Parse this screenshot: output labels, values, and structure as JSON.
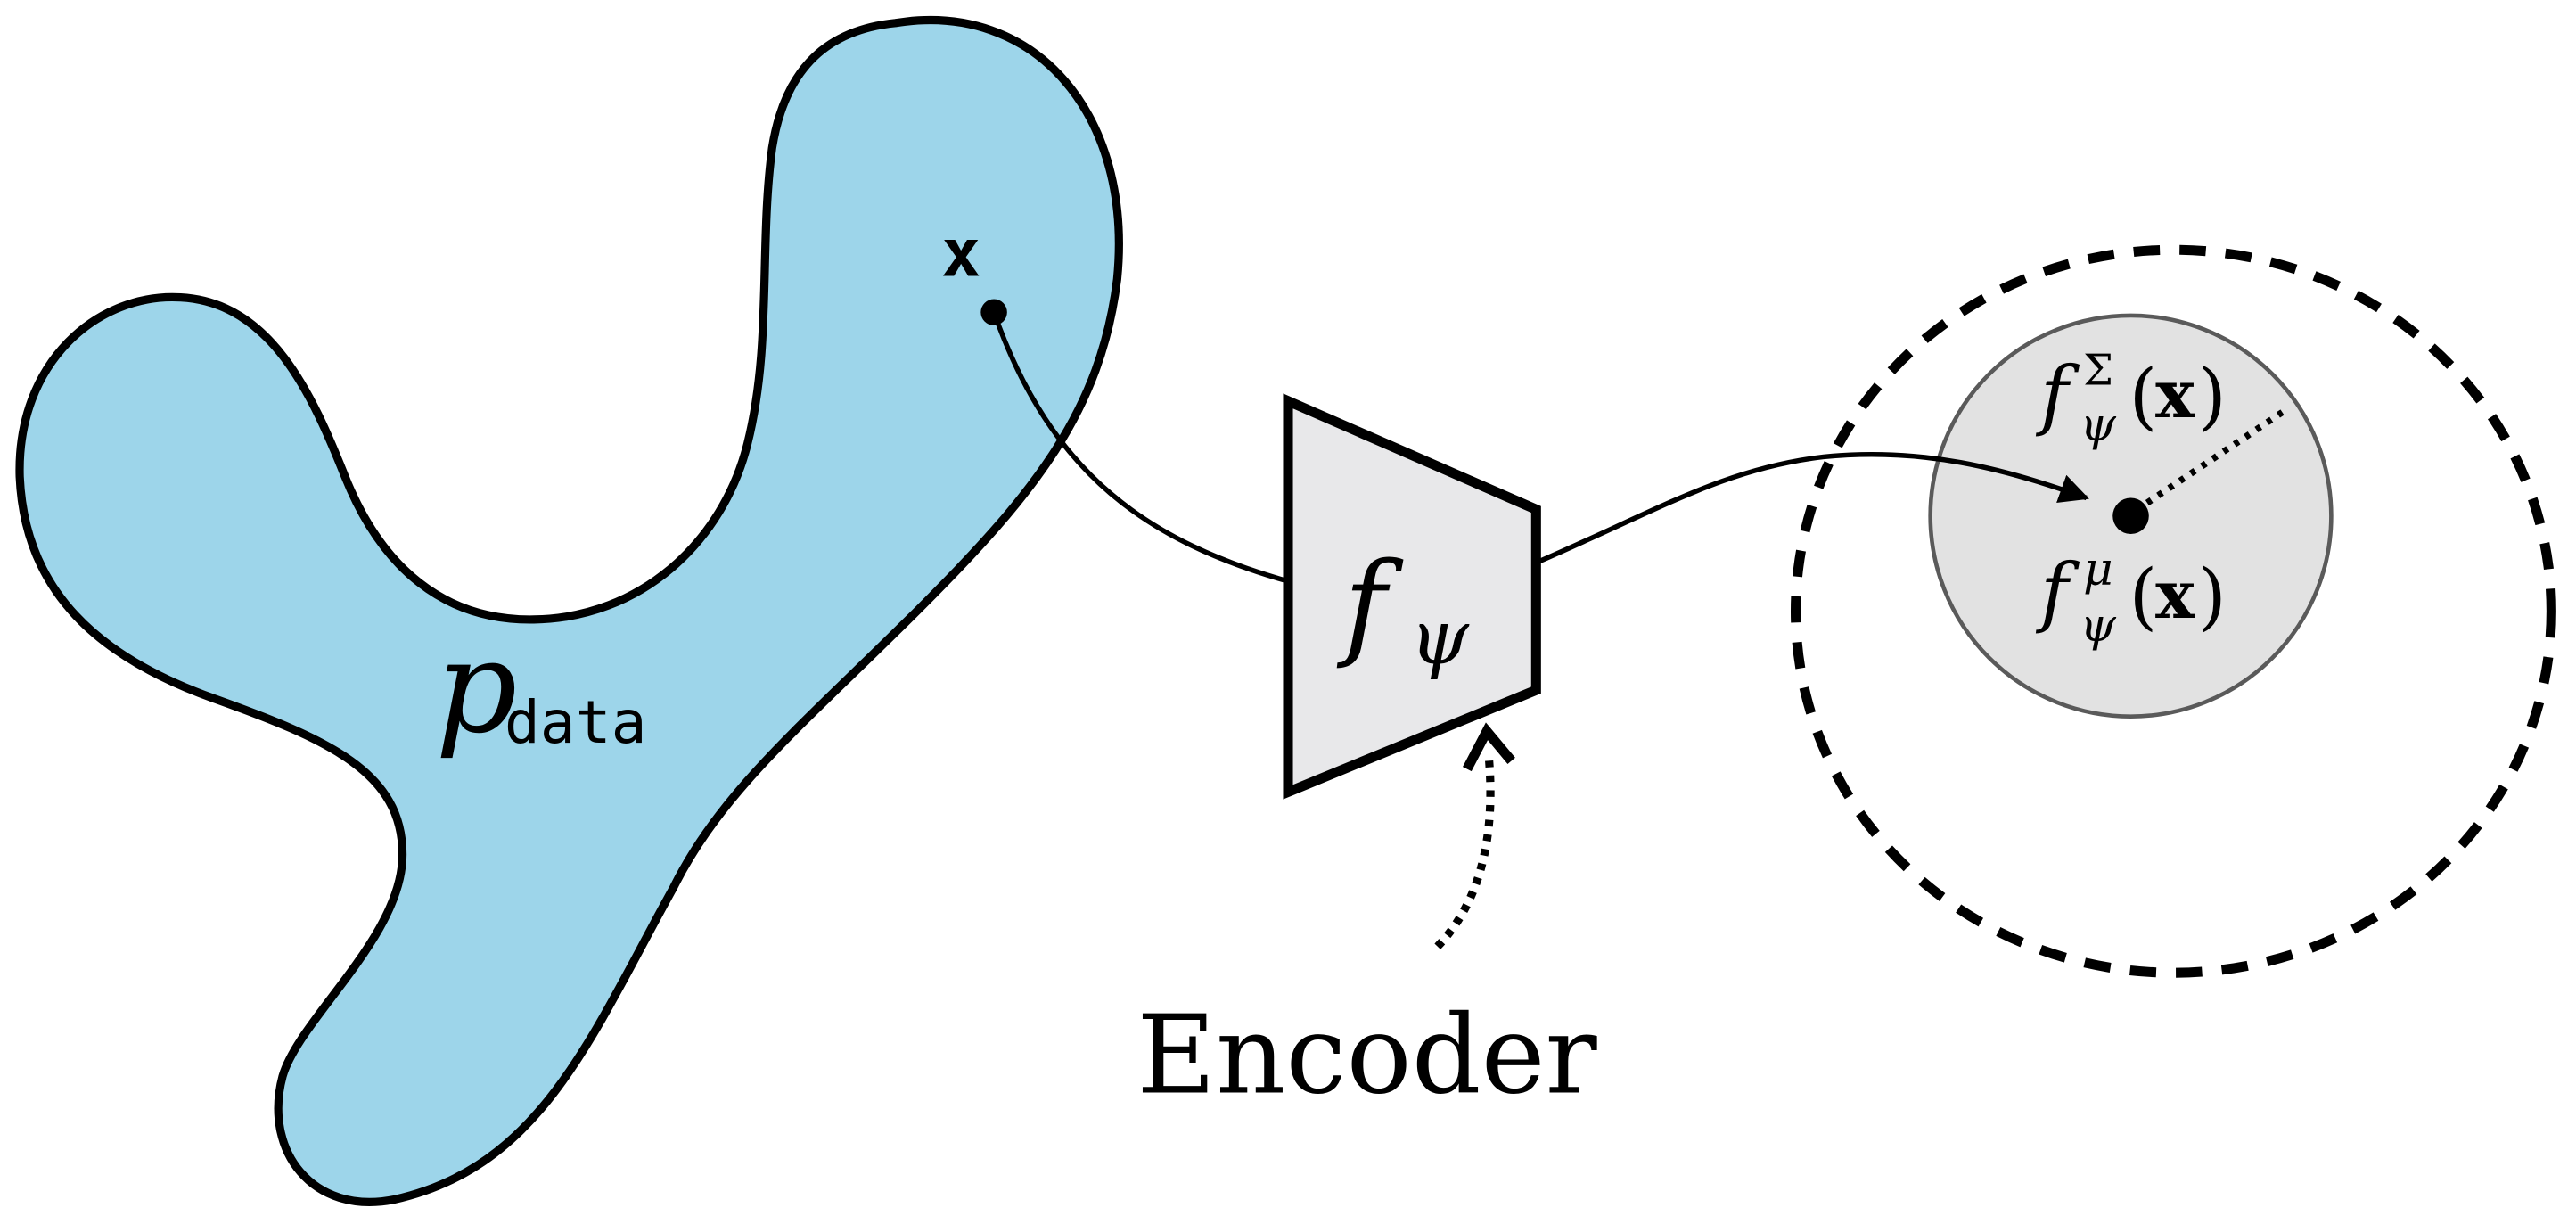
{
  "labels": {
    "x_point": "x",
    "p_data_symbol": "p",
    "p_data_subscript": "data",
    "encoder_f": "f",
    "encoder_sub": "ψ",
    "encoder_caption": "Encoder",
    "sigma_f": "f",
    "sigma_sub": "ψ",
    "sigma_sup": "Σ",
    "sigma_open": "(",
    "sigma_x": "x",
    "sigma_close": ")",
    "mu_f": "f",
    "mu_sub": "ψ",
    "mu_sup": "μ",
    "mu_open": "(",
    "mu_x": "x",
    "mu_close": ")"
  },
  "colors": {
    "blob_fill": "#9dd5ea",
    "encoder_fill": "#e8e8ea",
    "gaussian_fill": "#e2e2e2",
    "gaussian_stroke": "#5a5a5a",
    "ink": "#000000"
  }
}
